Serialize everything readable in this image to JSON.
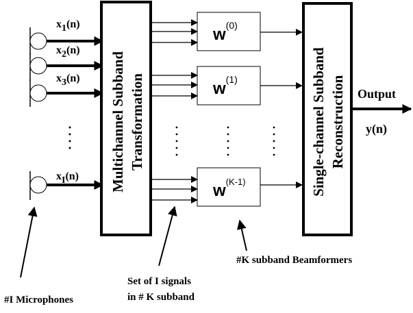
{
  "microphones": {
    "signals": [
      {
        "base": "x",
        "sub": "1",
        "arg": "(n)"
      },
      {
        "base": "x",
        "sub": "2",
        "arg": "(n)"
      },
      {
        "base": "x",
        "sub": "3",
        "arg": "(n)"
      },
      {
        "base": "x",
        "sub": "I",
        "arg": "(n)"
      }
    ],
    "caption": "#I Microphones"
  },
  "transform_block": {
    "line1": "Multichannel Subband",
    "line2": "Transformation"
  },
  "beamformers": [
    {
      "symbol": "w",
      "superscript": "(0)"
    },
    {
      "symbol": "w",
      "superscript": "(1)"
    },
    {
      "symbol": "w",
      "superscript": "(K-1)"
    }
  ],
  "reconstruction_block": {
    "line1": "Single-channel Subband",
    "line2": "Reconstruction"
  },
  "output": {
    "label": "Output",
    "signal": "y(n)"
  },
  "captions": {
    "signals_line1": "Set of  I signals",
    "signals_line2": "in # K subband",
    "beamformers": "#K subband Beamformers"
  }
}
